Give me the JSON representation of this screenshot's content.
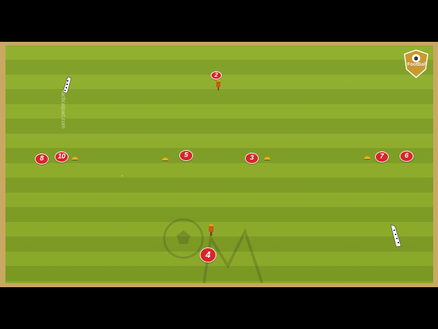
{
  "colors": {
    "pitch_light": "#8fae2a",
    "pitch_dark": "#7f9f24",
    "frame": "#c8a862",
    "player": "#d7262a",
    "cone": "#e9b019"
  },
  "players": [
    {
      "id": "p2",
      "label": "2"
    },
    {
      "id": "p8",
      "label": "8"
    },
    {
      "id": "p10",
      "label": "10"
    },
    {
      "id": "p5",
      "label": "5"
    },
    {
      "id": "p3",
      "label": "3"
    },
    {
      "id": "p7",
      "label": "7"
    },
    {
      "id": "p6",
      "label": "6"
    },
    {
      "id": "p4",
      "label": "4"
    }
  ],
  "watermark": "tacticalpad.com",
  "logo": {
    "text": "FootBall"
  },
  "icons": {
    "goal": "goal-icon",
    "cone": "cone-icon",
    "mannequin": "mannequin-icon",
    "logo": "football-logo-icon"
  }
}
